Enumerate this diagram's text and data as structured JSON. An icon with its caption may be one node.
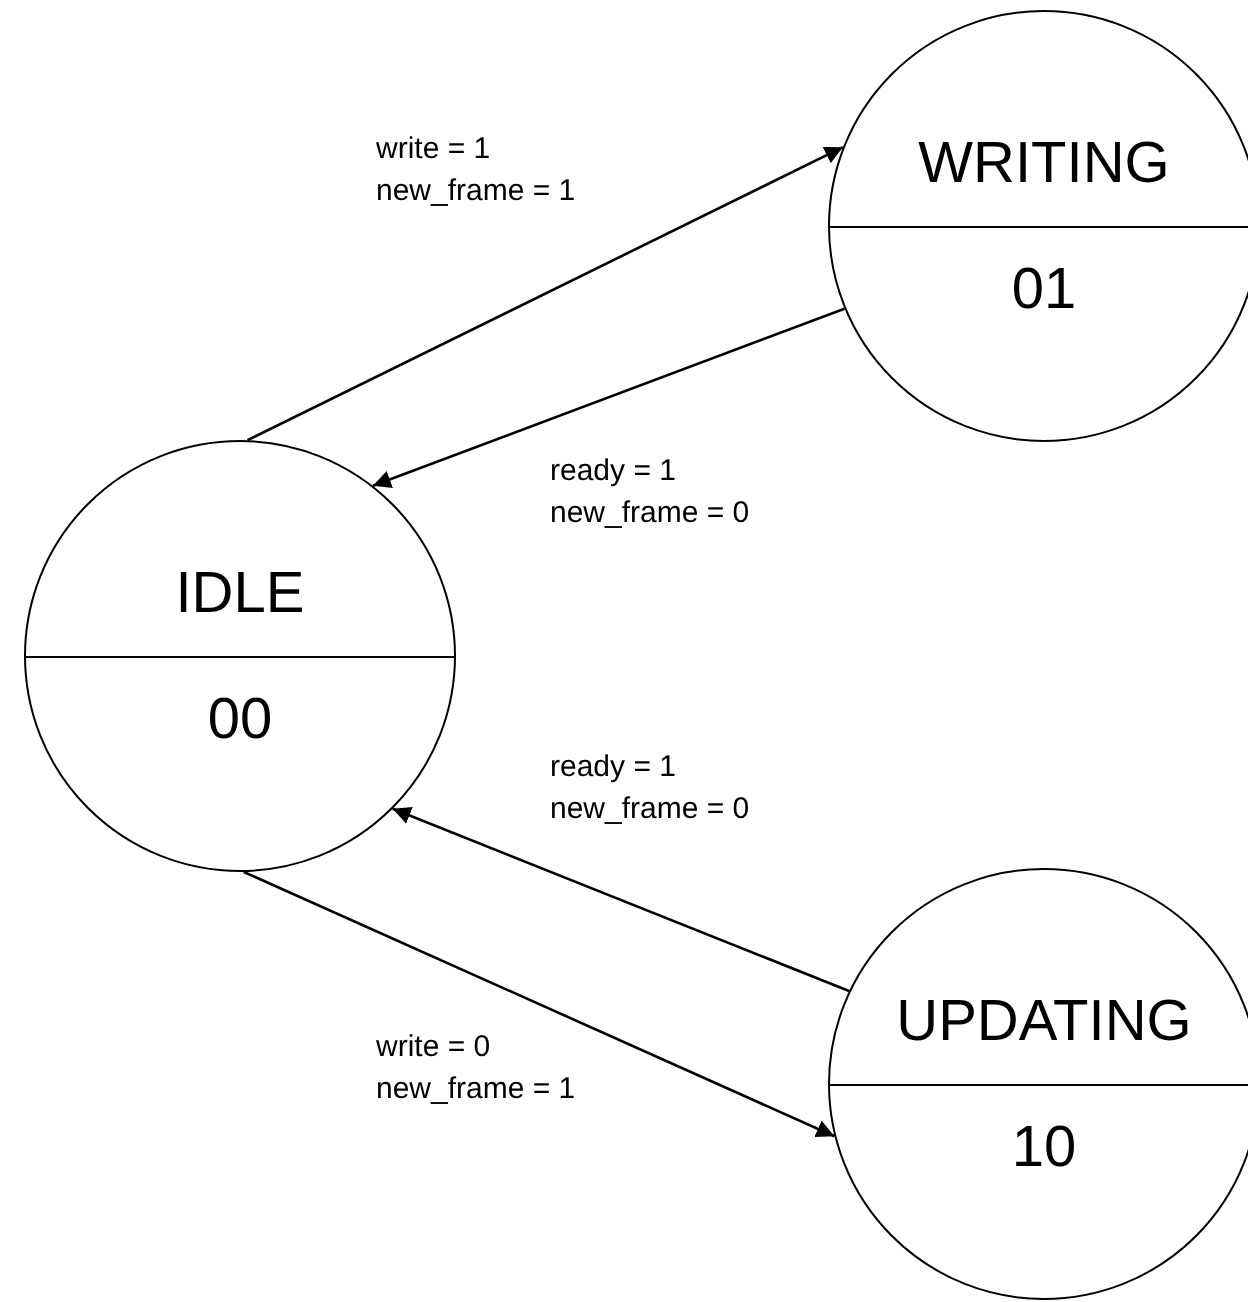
{
  "diagram": {
    "nodes": [
      {
        "text": [
          "IDLE",
          "00"
        ]
      },
      {
        "text": [
          "WRITING",
          "01"
        ]
      },
      {
        "text": [
          "UPDATING",
          "10"
        ]
      }
    ],
    "edges": [
      {
        "from": 0,
        "to": 1,
        "arrow": "to",
        "label": "write = 1 new_frame = 1"
      },
      {
        "from": 1,
        "to": 0,
        "arrow": "to",
        "label": "ready = 1 new_frame = 0"
      },
      {
        "from": 2,
        "to": 0,
        "arrow": "to",
        "label": "ready = 1 new_frame = 0"
      },
      {
        "from": 0,
        "to": 2,
        "arrow": "to",
        "label": "write = 0 new_frame = 1"
      }
    ]
  }
}
